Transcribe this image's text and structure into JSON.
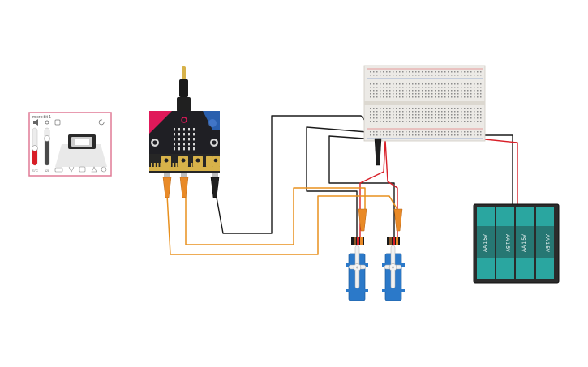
{
  "sensor_panel": {
    "title": "micro:bit 1",
    "temp_label": "21°C",
    "light_label": "128"
  },
  "battery": {
    "cell_label": "AA 1.5V",
    "cell_count": 4
  },
  "colors": {
    "canvas": "#ffffff",
    "microbit_board": "#1f1f24",
    "microbit_accent": "#e0195a",
    "connector_gold": "#d7b24a",
    "clip_orange": "#e98a27",
    "wire_black": "#1a1a1a",
    "wire_red": "#d81e27",
    "wire_orange": "#e8901e",
    "servo_blue": "#2b79c9",
    "battery_teal": "#2aa6a0",
    "breadboard": "#eceae6",
    "panel_border": "#e07a95"
  }
}
